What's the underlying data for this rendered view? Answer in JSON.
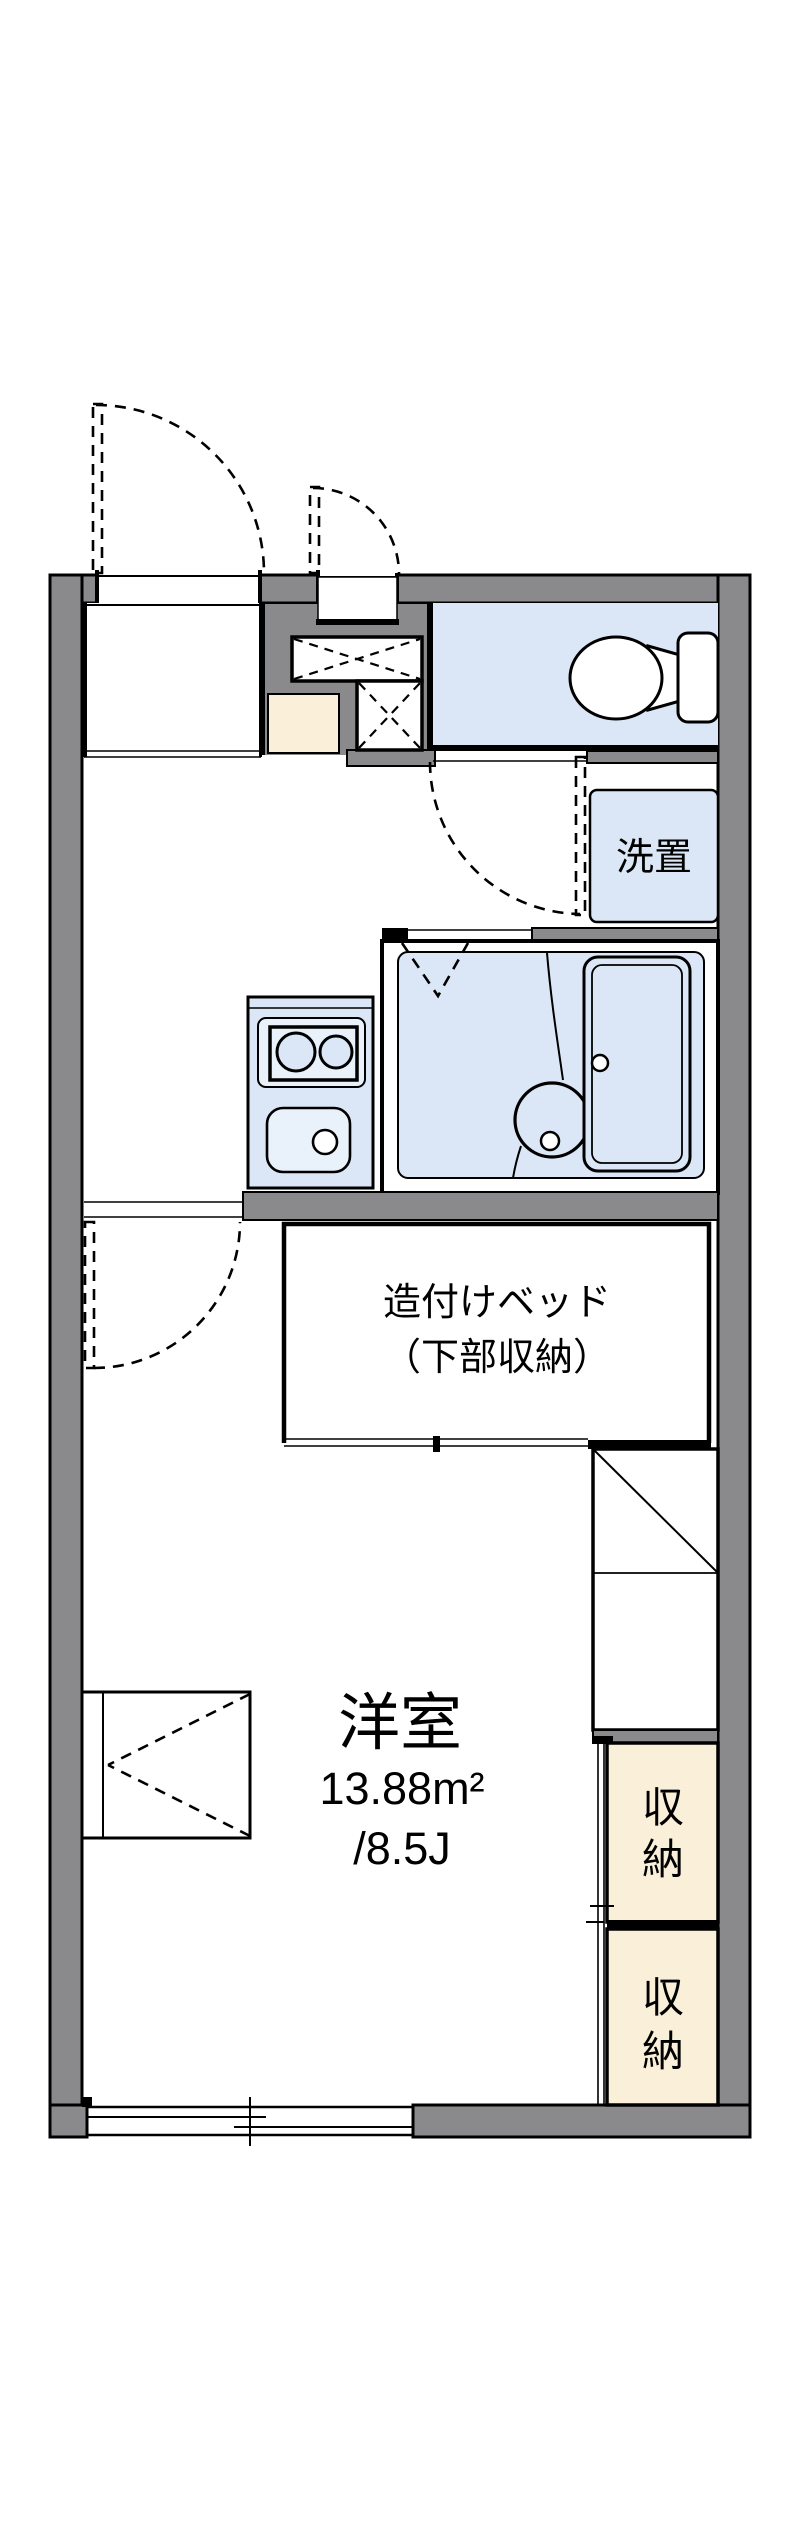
{
  "colors": {
    "wall": "#8a8a8c",
    "fixture": "#dbe7f6",
    "fixtureLight": "#e9f1fb",
    "cabinet": "#faf0d9",
    "bg": "#ffffff"
  },
  "labels": {
    "laundry": "洗置",
    "bed_line1": "造付けベッド",
    "bed_line2": "（下部収納）",
    "room_name": "洋室",
    "room_area": "13.88m²",
    "room_tatami": "/8.5J",
    "closet_top": {
      "char1": "収",
      "char2": "納"
    },
    "closet_bottom": {
      "char1": "収",
      "char2": "納"
    }
  }
}
